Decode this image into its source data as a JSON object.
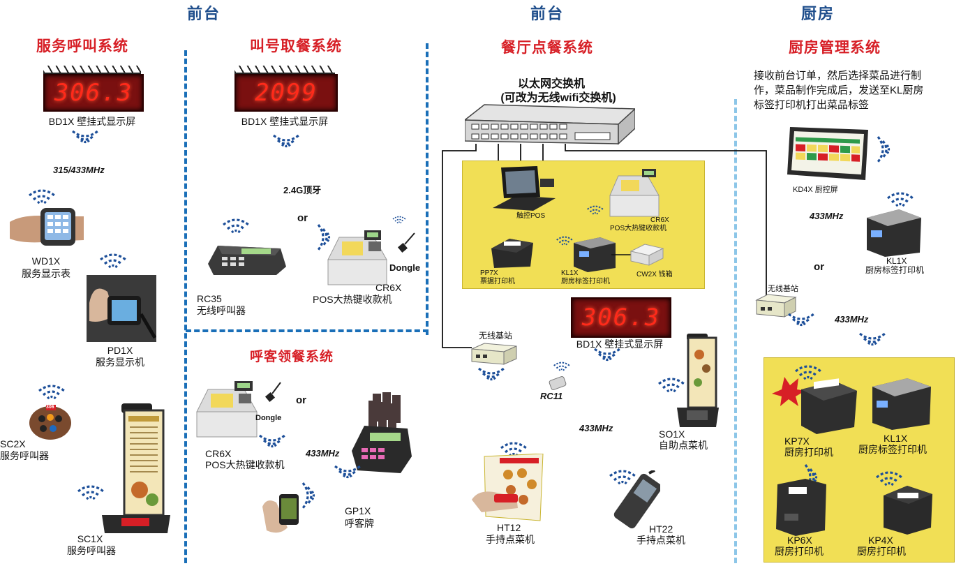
{
  "headers": {
    "front1": "前台",
    "front2": "前台",
    "kitchen": "厨房"
  },
  "sections": {
    "service_call": "服务呼叫系统",
    "queue_pickup": "叫号取餐系统",
    "restaurant_order": "餐厅点餐系统",
    "kitchen_mgmt": "厨房管理系统",
    "guest_call": "呼客领餐系统"
  },
  "service_call": {
    "display_value": "306.3",
    "display_label": "BD1X 壁挂式显示屏",
    "freq": "315/433MHz",
    "wd1x_model": "WD1X",
    "wd1x_name": "服务显示表",
    "pd1x_model": "PD1X",
    "pd1x_name": "服务显示机",
    "sc2x_model": "SC2X",
    "sc2x_name": "服务呼叫器",
    "sc2x_badge": "306",
    "sc1x_model": "SC1X",
    "sc1x_name": "服务呼叫器"
  },
  "queue_pickup": {
    "display_value": "2099",
    "display_label": "BD1X 壁挂式显示屏",
    "freq": "2.4G顶牙",
    "or": "or",
    "rc35_model": "RC35",
    "rc35_name": "无线呼叫器",
    "cr6x_model": "CR6X",
    "cr6x_name": "POS大热键收款机",
    "dongle": "Dongle"
  },
  "guest_call": {
    "or": "or",
    "dongle": "Dongle",
    "cr6x_model": "CR6X",
    "cr6x_name": "POS大热键收款机",
    "freq": "433MHz",
    "gp1x_model": "GP1X",
    "gp1x_name": "呼客牌"
  },
  "restaurant_order": {
    "switch_title": "以太网交换机",
    "switch_sub": "(可改为无线wifi交换机)",
    "touch_pos": "触控POS",
    "cr6x_model": "CR6X",
    "cr6x_name": "POS大热键收款机",
    "pp7x_model": "PP7X",
    "pp7x_name": "票据打印机",
    "kl1x_model": "KL1X",
    "kl1x_name": "厨房标签打印机",
    "cw2x": "CW2X 钱箱",
    "display_value": "306.3",
    "display_label": "BD1X 壁挂式显示屏",
    "base_station": "无线基站",
    "rc11": "RC11",
    "freq": "433MHz",
    "so1x_model": "SO1X",
    "so1x_name": "自助点菜机",
    "ht12_model": "HT12",
    "ht12_name": "手持点菜机",
    "ht22_model": "HT22",
    "ht22_name": "手持点菜机"
  },
  "kitchen_mgmt": {
    "description_line1": "接收前台订单，然后选择菜品进行制",
    "description_line2": "作，菜品制作完成后，发送至KL厨房",
    "description_line3": "标签打印机打出菜品标签",
    "kd4x": "KD4X 厨控屏",
    "freq1": "433MHz",
    "kl1x_model": "KL1X",
    "kl1x_name": "厨房标签打印机",
    "or": "or",
    "base_station": "无线基站",
    "freq2": "433MHz",
    "kp7x_model": "KP7X",
    "kp7x_name": "厨房打印机",
    "kl1x_b_model": "KL1X",
    "kl1x_b_name": "厨房标签打印机",
    "kp6x_model": "KP6X",
    "kp6x_name": "厨房打印机",
    "kp4x_model": "KP4X",
    "kp4x_name": "厨房打印机"
  },
  "colors": {
    "header": "#1f4e8c",
    "section": "#d71f26",
    "divider": "#1a6fb8",
    "yellow": "#f1df55",
    "led": "#ff2a1a"
  }
}
